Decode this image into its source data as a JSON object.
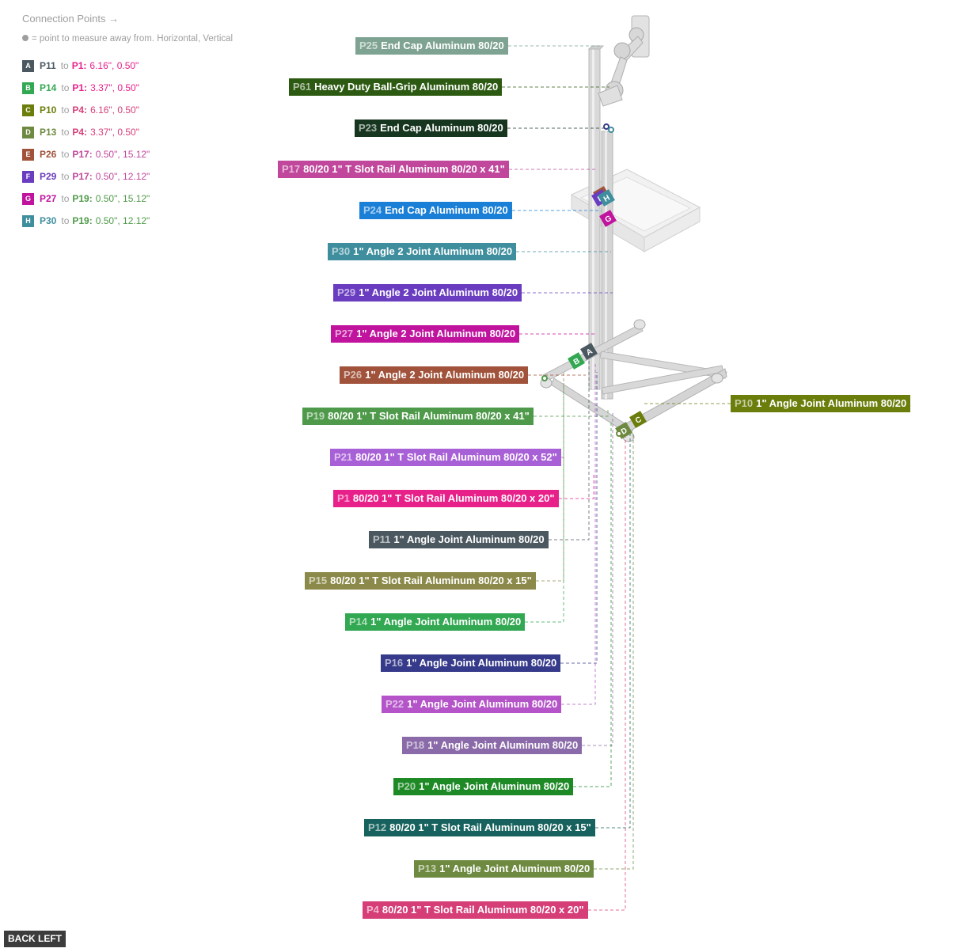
{
  "legend": {
    "title": "Connection Points →",
    "note": "= point to measure away from. Horizontal, Vertical",
    "to_word": "to",
    "rows": [
      {
        "badge": "A",
        "from": "P11",
        "target": "P1:",
        "values": "6.16\", 0.50\"",
        "badge_color": "#4b5860",
        "from_color": "#4b5860",
        "target_color": "#e8208a"
      },
      {
        "badge": "B",
        "from": "P14",
        "target": "P1:",
        "values": "3.37\", 0.50\"",
        "badge_color": "#32a852",
        "from_color": "#32a852",
        "target_color": "#e8208a"
      },
      {
        "badge": "C",
        "from": "P10",
        "target": "P4:",
        "values": "6.16\", 0.50\"",
        "badge_color": "#6b7d0b",
        "from_color": "#6b7d0b",
        "target_color": "#d63e78"
      },
      {
        "badge": "D",
        "from": "P13",
        "target": "P4:",
        "values": "3.37\", 0.50\"",
        "badge_color": "#6e8a40",
        "from_color": "#6e8a40",
        "target_color": "#d63e78"
      },
      {
        "badge": "E",
        "from": "P26",
        "target": "P17:",
        "values": "0.50\", 15.12\"",
        "badge_color": "#a0523a",
        "from_color": "#a0523a",
        "target_color": "#c0479c"
      },
      {
        "badge": "F",
        "from": "P29",
        "target": "P17:",
        "values": "0.50\", 12.12\"",
        "badge_color": "#6a3cc0",
        "from_color": "#6a3cc0",
        "target_color": "#c0479c"
      },
      {
        "badge": "G",
        "from": "P27",
        "target": "P19:",
        "values": "0.50\", 15.12\"",
        "badge_color": "#c0139e",
        "from_color": "#c0139e",
        "target_color": "#4f9a4a"
      },
      {
        "badge": "H",
        "from": "P30",
        "target": "P19:",
        "values": "0.50\", 12.12\"",
        "badge_color": "#3f8e9e",
        "from_color": "#3f8e9e",
        "target_color": "#4f9a4a"
      }
    ]
  },
  "callouts": [
    {
      "id": "P25",
      "text": "End Cap Aluminum 80/20",
      "color": "#7fa392"
    },
    {
      "id": "P61",
      "text": "Heavy Duty Ball-Grip Aluminum 80/20",
      "color": "#2d5a12"
    },
    {
      "id": "P23",
      "text": "End Cap Aluminum 80/20",
      "color": "#16361f"
    },
    {
      "id": "P17",
      "text": "80/20 1\" T Slot Rail Aluminum 80/20 x 41\"",
      "color": "#c0479c"
    },
    {
      "id": "P24",
      "text": "End Cap Aluminum 80/20",
      "color": "#1a7fd6"
    },
    {
      "id": "P30",
      "text": "1\" Angle 2 Joint Aluminum 80/20",
      "color": "#3f8e9e"
    },
    {
      "id": "P29",
      "text": "1\" Angle 2 Joint Aluminum 80/20",
      "color": "#6a3cc0"
    },
    {
      "id": "P27",
      "text": "1\" Angle 2 Joint Aluminum 80/20",
      "color": "#c0139e"
    },
    {
      "id": "P26",
      "text": "1\" Angle 2 Joint Aluminum 80/20",
      "color": "#a0523a"
    },
    {
      "id": "P19",
      "text": "80/20 1\" T Slot Rail Aluminum 80/20 x 41\"",
      "color": "#4f9a4a"
    },
    {
      "id": "P21",
      "text": "80/20 1\" T Slot Rail Aluminum 80/20 x 52\"",
      "color": "#a860d6"
    },
    {
      "id": "P1",
      "text": "80/20 1\" T Slot Rail Aluminum 80/20 x 20\"",
      "color": "#e8208a"
    },
    {
      "id": "P11",
      "text": "1\" Angle Joint Aluminum 80/20",
      "color": "#4b5860"
    },
    {
      "id": "P15",
      "text": "80/20 1\" T Slot Rail Aluminum 80/20 x 15\"",
      "color": "#8c8a4a"
    },
    {
      "id": "P14",
      "text": "1\" Angle Joint Aluminum 80/20",
      "color": "#32a852"
    },
    {
      "id": "P16",
      "text": "1\" Angle Joint Aluminum 80/20",
      "color": "#363a8a"
    },
    {
      "id": "P22",
      "text": "1\" Angle Joint Aluminum 80/20",
      "color": "#b454c8"
    },
    {
      "id": "P18",
      "text": "1\" Angle Joint Aluminum 80/20",
      "color": "#8a6aa8"
    },
    {
      "id": "P20",
      "text": "1\" Angle Joint Aluminum 80/20",
      "color": "#1e8a26"
    },
    {
      "id": "P12",
      "text": "80/20 1\" T Slot Rail Aluminum 80/20 x 15\"",
      "color": "#17625e"
    },
    {
      "id": "P13",
      "text": "1\" Angle Joint Aluminum 80/20",
      "color": "#6e8a40"
    },
    {
      "id": "P4",
      "text": "80/20 1\" T Slot Rail Aluminum 80/20 x 20\"",
      "color": "#d63e78"
    },
    {
      "id": "P10",
      "text": "1\" Angle Joint Aluminum 80/20",
      "color": "#6b7d0b"
    }
  ],
  "back_button": "BACK LEFT"
}
